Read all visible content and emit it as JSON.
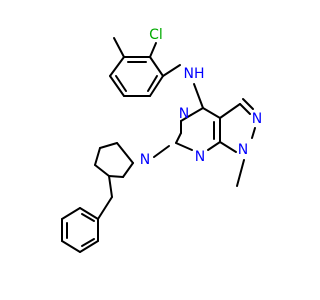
{
  "atom_labels": {
    "chloro": "Cl",
    "amine_nh": "NH",
    "pyrimidine_n_top": "N",
    "pyrimidine_n_bottom": "N",
    "pyrazole_n_top": "N",
    "pyrazole_n_methyl": "N",
    "piperidine_n": "N"
  },
  "colors": {
    "bond": "#000000",
    "nitrogen": "#0000ff",
    "chlorine": "#00aa00",
    "background": "#ffffff"
  }
}
